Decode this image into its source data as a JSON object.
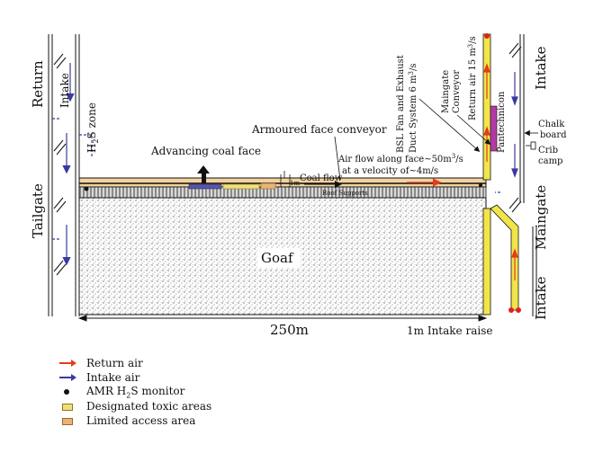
{
  "labels": {
    "return_left": "Return",
    "tailgate": "Tailgate",
    "intake_left": "Intake",
    "h2s_zone_main": "H",
    "h2s_zone_sub": "2",
    "h2s_zone_rest": "S zone",
    "advancing": "Advancing coal face",
    "afc": "Armoured face conveyor",
    "coal_flow": "Coal flow",
    "one_m": "1m",
    "roof_supports": "Roof Supports",
    "air_flow_1": "Air flow along face~50m",
    "air_flow_1_sup": "3",
    "air_flow_1_end": "/s",
    "air_flow_2": "at a velocity of~4m/s",
    "goaf": "Goaf",
    "length": "250m",
    "intake_raise": "1m Intake raise",
    "bsl_1": "BSL Fan and Exhaust",
    "bsl_2": "Duct System 6 m",
    "bsl_2_sup": "3",
    "bsl_2_end": "/s",
    "maingate_conv_1": "Maingate",
    "maingate_conv_2": "Conveyor",
    "return_air_15": "Return air 15 m",
    "return_air_15_sup": "3",
    "return_air_15_end": "/s",
    "pantechnicon": "Pantechnicon",
    "chalk_1": "Chalk",
    "chalk_2": "board",
    "crib_1": "Crib",
    "crib_2": "camp",
    "intake_right_top": "Intake",
    "maingate": "Maingate",
    "intake_right_bottom": "Intake"
  },
  "legend": [
    {
      "symbol": "return",
      "text": "Return air"
    },
    {
      "symbol": "intake",
      "text": "Intake air"
    },
    {
      "symbol": "monitor",
      "text": "AMR H",
      "sub": "2",
      "rest": "S monitor"
    },
    {
      "symbol": "toxic",
      "text": "Designated toxic areas"
    },
    {
      "symbol": "limited",
      "text": "Limited access area"
    }
  ],
  "colors": {
    "return_air": "#e53b1e",
    "intake_air": "#3a3aa0",
    "return_roadway": "#f2e54a",
    "face_fill": "#f2d3a0",
    "conveyor": "#b23aa8",
    "intake_raise": "#e02020"
  }
}
